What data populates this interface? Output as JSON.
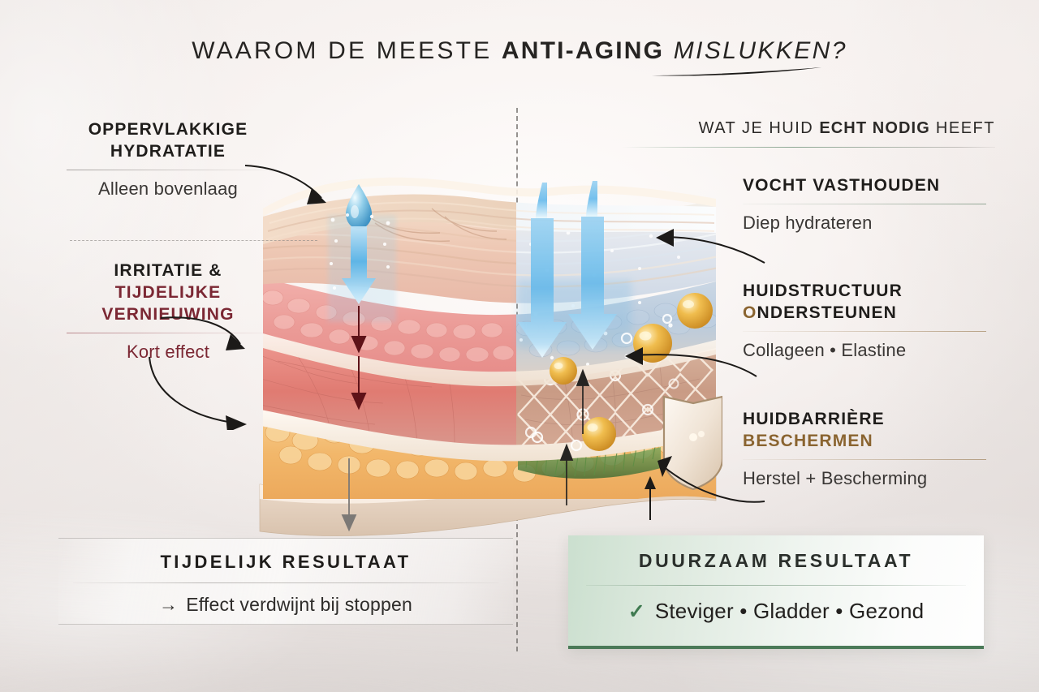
{
  "title": {
    "part1": "WAAROM DE MEESTE ",
    "bold": "ANTI-AGING",
    "part2": " ",
    "italic": "MISLUKKEN?"
  },
  "left_column": {
    "blocks": [
      {
        "title_line1": "OPPERVLAKKIGE",
        "title_line2": "HYDRATATIE",
        "subtitle": "Alleen bovenlaag"
      },
      {
        "title_line1": "IRRITATIE &",
        "title_line2": "TIJDELIJKE",
        "title_line3": "VERNIEUWING",
        "subtitle": "Kort effect"
      }
    ]
  },
  "right_column": {
    "header_plain1": "WAT JE HUID ",
    "header_bold": "ECHT NODIG",
    "header_plain2": " HEEFT",
    "blocks": [
      {
        "title_line1": "VOCHT VASTHOUDEN",
        "subtitle": "Diep hydrateren",
        "icon": "water-drop-icon"
      },
      {
        "title_line1": "HUIDSTRUCTUUR",
        "title_line2": "ONDERSTEUNEN",
        "subtitle": "Collageen • Elastine",
        "icon": "gold-sphere-icon"
      },
      {
        "title_line1": "HUIDBARRIÈRE",
        "title_line2": "BESCHERMEN",
        "subtitle": "Herstel + Bescherming",
        "icon": "shield-icon"
      }
    ]
  },
  "bottom_left_panel": {
    "title": "TIJDELIJK RESULTAAT",
    "arrow": "→",
    "text": "Effect verdwijnt bij stoppen"
  },
  "bottom_right_panel": {
    "title": "DUURZAAM RESULTAAT",
    "check": "✓",
    "text": "Steviger • Gladder • Gezond"
  },
  "colors": {
    "background": "#efe9e7",
    "title_text": "#262422",
    "maroon_accent": "#7b2733",
    "gold_accent": "#8a6430",
    "green_accent": "#4b7a58",
    "blue_water": "#4aa8e0",
    "gold_sphere": "#e0a63a",
    "fat_layer": "#f3b96a",
    "dermis_pink": "#f0a9a4",
    "epidermis": "#efd9c8"
  },
  "illustration": {
    "description": "3D cross-section block of skin showing epidermis, dermis and subcutaneous fat layers",
    "left_half": {
      "drop": "water-drop-icon",
      "blue_arrow": "downward-penetration-arrow",
      "maroon_arrows": "irritation-depth-arrows",
      "grey_arrow": "fading-result-arrow"
    },
    "right_half": {
      "blue_arrows": "deep-hydration-arrows",
      "gold_spheres": "collagen-elastin-spheres",
      "mesh": "collagen-mesh-network",
      "barrier": "green-barrier-layer",
      "shield": "shield-icon"
    }
  }
}
